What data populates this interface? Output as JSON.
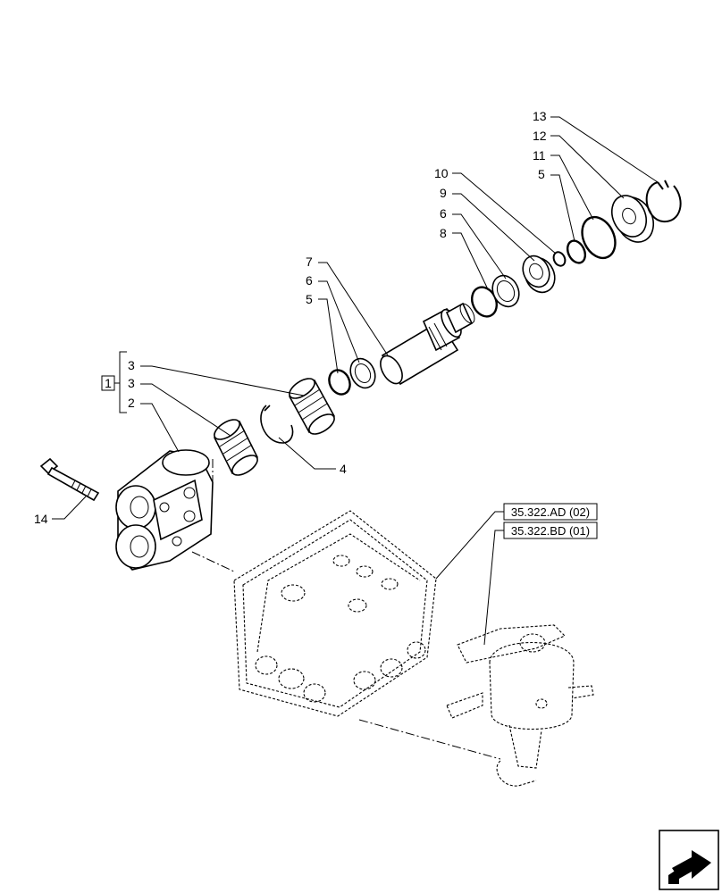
{
  "callouts": {
    "c1_box": "1",
    "c3_upper": "3",
    "c3_lower": "3",
    "c2": "2",
    "c4": "4",
    "c5_left": "5",
    "c6_left": "6",
    "c7": "7",
    "c8": "8",
    "c6_right": "6",
    "c9": "9",
    "c10": "10",
    "c5_right": "5",
    "c11": "11",
    "c12": "12",
    "c13": "13",
    "c14": "14"
  },
  "references": {
    "ref_ad": "35.322.AD (02)",
    "ref_bd": "35.322.BD (01)"
  },
  "icons": {
    "nav": "next-page-arrow-icon"
  }
}
